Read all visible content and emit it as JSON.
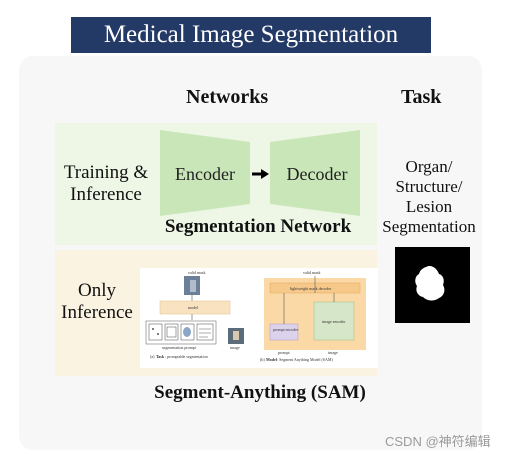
{
  "title": "Medical Image Segmentation",
  "columns": {
    "networks": "Networks",
    "task": "Task"
  },
  "rows": {
    "training_line1": "Training &",
    "training_line2": "Inference",
    "only_line1": "Only",
    "only_line2": "Inference"
  },
  "segmentation_network": {
    "encoder": "Encoder",
    "decoder": "Decoder",
    "caption": "Segmentation Network"
  },
  "sam": {
    "caption": "Segment-Anything (SAM)",
    "figure_labels": {
      "valid_mask_left": "valid mask",
      "model": "model",
      "segmentation_prompt": "segmentation prompt",
      "image_left": "image",
      "caption_a_prefix": "(a) ",
      "caption_a_bold": "Task",
      "caption_a_rest": ": promptable segmentation",
      "valid_mask_right": "valid mask",
      "lightweight_decoder": "lightweight mask decoder",
      "prompt_encoder": "prompt encoder",
      "image_encoder": "image encoder",
      "prompt": "prompt",
      "image_right": "image",
      "caption_b_prefix": "(b) ",
      "caption_b_bold": "Model",
      "caption_b_rest": ": Segment Anything Model (SAM)"
    }
  },
  "task": {
    "line1": "Organ/",
    "line2": "Structure/",
    "line3": "Lesion",
    "line4": "Segmentation"
  },
  "watermark": "CSDN @神符编辑",
  "colors": {
    "banner": "#243a66",
    "green_band": "#eef7e6",
    "trapezoid": "#c9e6b8",
    "cream_band": "#fbf3e2"
  }
}
